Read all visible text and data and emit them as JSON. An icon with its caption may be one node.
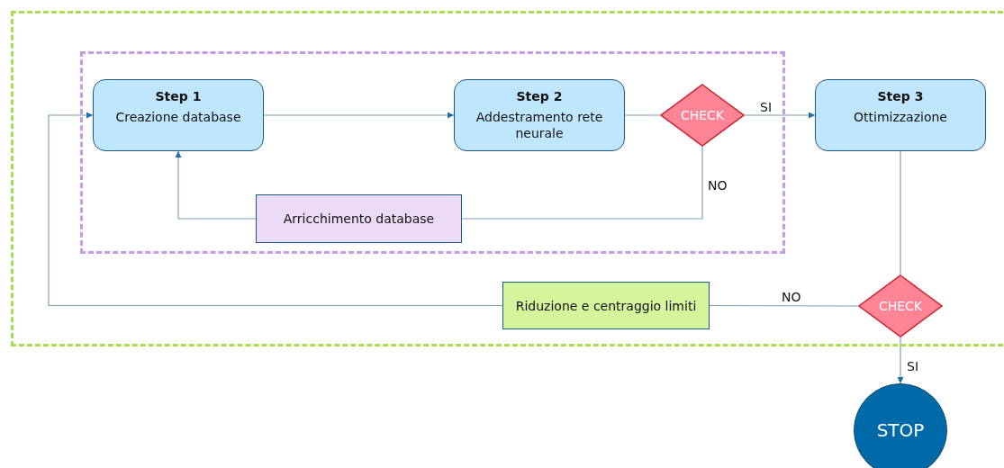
{
  "diagram": {
    "nodes": [
      {
        "text": [],
        "shape": "box"
      },
      {
        "text": [],
        "shape": "box",
        "in": 0
      },
      {
        "text": [
          "Step 1",
          "Creazione database"
        ],
        "in": 1
      },
      {
        "text": [
          "Step 2",
          "Addestramento rete neurale"
        ],
        "in": 1
      },
      {
        "text": [
          "CHECK"
        ],
        "in": 1
      },
      {
        "text": [
          "Arricchimento database"
        ],
        "in": 1
      },
      {
        "text": [
          "Step 3",
          "Ottimizzazione"
        ],
        "in": 0
      },
      {
        "text": [
          "Riduzione e centraggio limiti"
        ],
        "in": 0
      },
      {
        "text": [
          "CHECK"
        ],
        "in": 0
      },
      {
        "text": [
          "STOP"
        ]
      }
    ],
    "edges": [
      {
        "from": 2,
        "to": 3,
        "arrow": "to"
      },
      {
        "from": 3,
        "to": 4,
        "arrow": "none"
      },
      {
        "from": 4,
        "to": 6,
        "arrow": "to",
        "label": "SI"
      },
      {
        "from": 4,
        "to": 5,
        "arrow": "none",
        "label": "NO"
      },
      {
        "from": 5,
        "to": 2,
        "arrow": "to"
      },
      {
        "from": 6,
        "to": 8,
        "arrow": "none"
      },
      {
        "from": 8,
        "to": 7,
        "arrow": "none",
        "label": "NO"
      },
      {
        "from": 7,
        "to": 2,
        "arrow": "to"
      },
      {
        "from": 8,
        "to": 9,
        "arrow": "to",
        "label": "SI"
      }
    ]
  }
}
